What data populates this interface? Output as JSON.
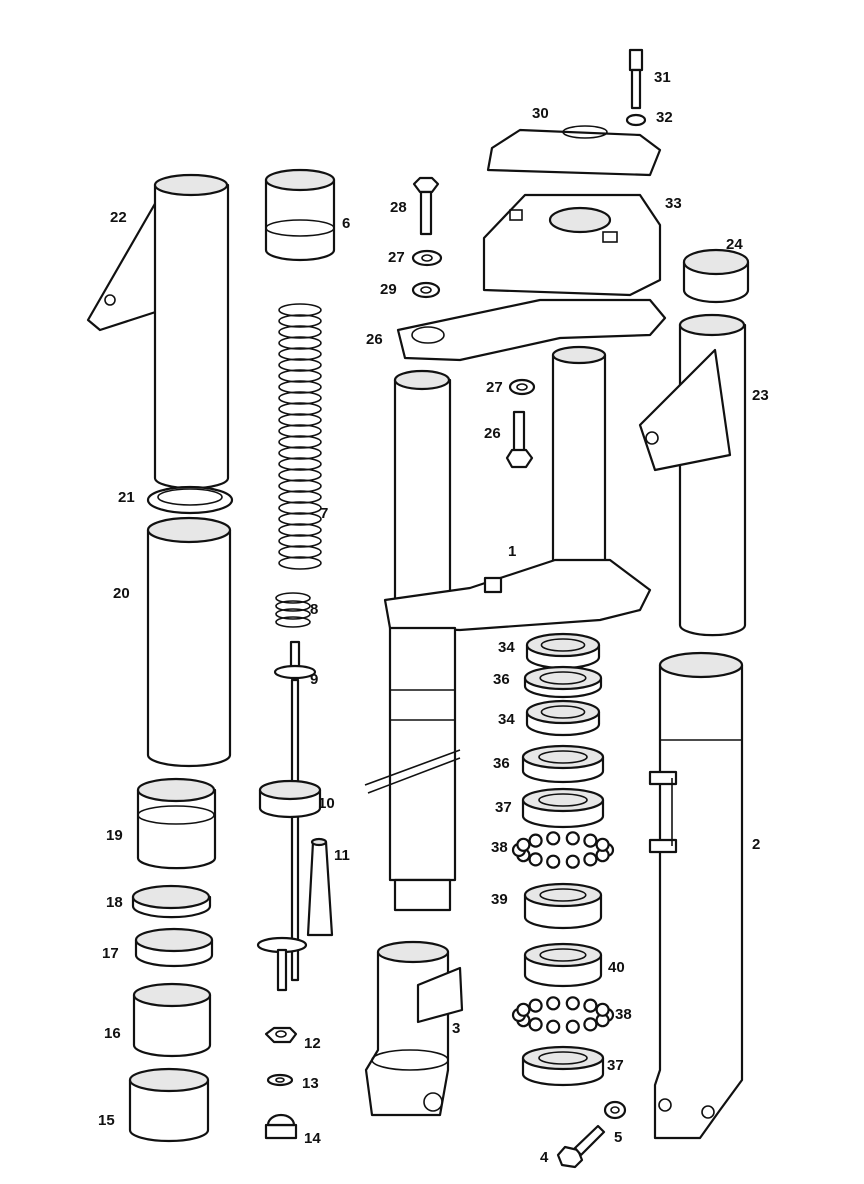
{
  "diagram": {
    "labels": [
      "1",
      "2",
      "3",
      "4",
      "5",
      "6",
      "7",
      "8",
      "9",
      "10",
      "11",
      "12",
      "13",
      "14",
      "15",
      "16",
      "17",
      "18",
      "19",
      "20",
      "21",
      "22",
      "23",
      "24",
      "26",
      "27",
      "28",
      "29",
      "30",
      "31",
      "32",
      "33",
      "34",
      "36",
      "37",
      "38",
      "39",
      "40"
    ]
  },
  "callouts": {
    "c1": "1",
    "c2": "2",
    "c3": "3",
    "c4": "4",
    "c5": "5",
    "c6": "6",
    "c7": "7",
    "c8": "8",
    "c9": "9",
    "c10": "10",
    "c11": "11",
    "c12": "12",
    "c13": "13",
    "c14": "14",
    "c15": "15",
    "c16": "16",
    "c17": "17",
    "c18": "18",
    "c19": "19",
    "c20": "20",
    "c21": "21",
    "c22": "22",
    "c23": "23",
    "c24": "24",
    "c26a": "26",
    "c26b": "26",
    "c27a": "27",
    "c27b": "27",
    "c28": "28",
    "c29": "29",
    "c30": "30",
    "c31": "31",
    "c32": "32",
    "c33": "33",
    "c34a": "34",
    "c34b": "34",
    "c36a": "36",
    "c36b": "36",
    "c37a": "37",
    "c37b": "37",
    "c38a": "38",
    "c38b": "38",
    "c39": "39",
    "c40": "40"
  }
}
